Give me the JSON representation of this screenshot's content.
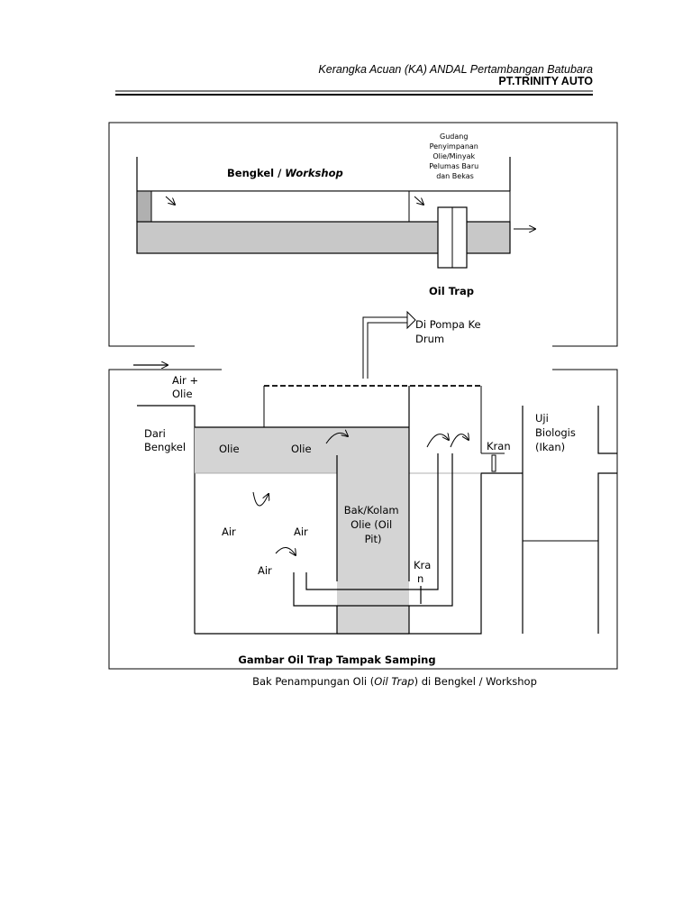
{
  "header": {
    "document_title": "Kerangka Acuan (KA) ANDAL Pertambangan Batubara",
    "company": "PT.TRINITY AUTO"
  },
  "top_view": {
    "workshop_label": "Bengkel / ",
    "workshop_label_italic": "Workshop",
    "storage_label": [
      "Gudang",
      "Penyimpanan",
      "Olie/Minyak",
      "Pelumas Baru",
      "dan Bekas"
    ],
    "oil_trap_label": "Oil Trap",
    "pump_label": [
      "Di Pompa Ke",
      "Drum"
    ]
  },
  "side_view": {
    "inflow_label": [
      "Air +",
      "Olie"
    ],
    "source_label": [
      "Dari",
      "Bengkel"
    ],
    "oil_label_1": "Olie",
    "oil_label_2": "Olie",
    "water_label_1": "Air",
    "water_label_2": "Air",
    "water_label_3": "Air",
    "oil_pit_label": [
      "Bak/Kolam",
      "Olie (Oil",
      "Pit)"
    ],
    "tap_label_1": "Kran",
    "tap_label_2": [
      "Kra",
      "n"
    ],
    "bio_test_label": [
      "Uji",
      "Biologis",
      "(Ikan)"
    ],
    "figure_title": "Gambar Oil Trap Tampak Samping"
  },
  "caption": {
    "before": "Bak Penampungan Oli (",
    "italic": "Oil Trap",
    "after": ") di Bengkel / Workshop"
  },
  "colors": {
    "fill_gray": "#d4d4d4",
    "line": "#000000"
  }
}
